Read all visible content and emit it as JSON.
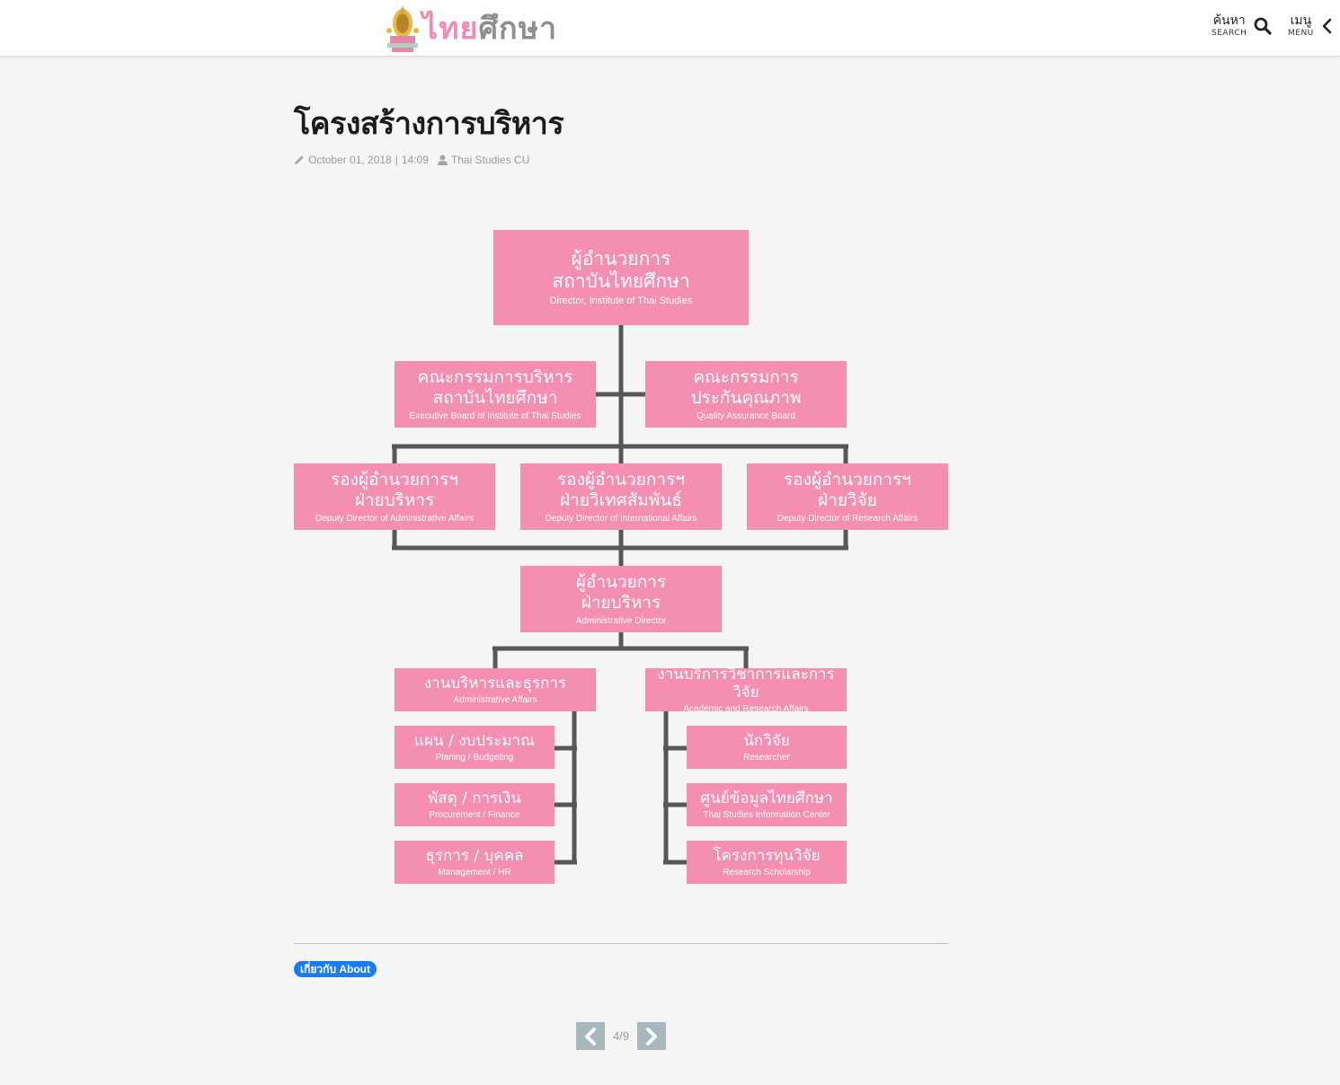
{
  "header": {
    "logo_text_pink": "ไทย",
    "logo_text_gray": "ศึกษา",
    "search_th": "ค้นหา",
    "search_en": "SEARCH",
    "menu_th": "เมนู",
    "menu_en": "MENU"
  },
  "article": {
    "title": "โครงสร้างการบริหาร",
    "date": "October 01, 2018",
    "time": "14:09",
    "author": "Thai Studies CU"
  },
  "org_chart": {
    "director": {
      "th1": "ผู้อำนวยการ",
      "th2": "สถาบันไทยศึกษา",
      "en": "Director, Institute of Thai Studies"
    },
    "executive_board": {
      "th1": "คณะกรรมการบริหาร",
      "th2": "สถาบันไทยศึกษา",
      "en": "Executive Board of Institute of Thai Studies"
    },
    "qa_board": {
      "th1": "คณะกรรมการ",
      "th2": "ประกันคุณภาพ",
      "en": "Quality Assurance Board"
    },
    "deputy_admin": {
      "th1": "รองผู้อำนวยการฯ",
      "th2": "ฝ่ายบริหาร",
      "en": "Deputy Director of Administrative Affairs"
    },
    "deputy_intl": {
      "th1": "รองผู้อำนวยการฯ",
      "th2": "ฝ่ายวิเทศสัมพันธ์",
      "en": "Deputy Director of International Affairs"
    },
    "deputy_research": {
      "th1": "รองผู้อำนวยการฯ",
      "th2": "ฝ่ายวิจัย",
      "en": "Deputy Director of Research Affairs"
    },
    "admin_director": {
      "th1": "ผู้อำนวยการ",
      "th2": "ฝ่ายบริหาร",
      "en": "Administrative Director"
    },
    "admin_affairs": {
      "th": "งานบริหารและธุรการ",
      "en": "Administrative Affairs"
    },
    "academic_affairs": {
      "th": "งานบริการวิชาการและการวิจัย",
      "en": "Academic and Research Affairs"
    },
    "planning": {
      "th": "แผน / งบประมาณ",
      "en": "Planing / Budgeting"
    },
    "procurement": {
      "th": "พัสดุ / การเงิน",
      "en": "Procurement / Finance"
    },
    "management": {
      "th": "ธุรการ / บุคคล",
      "en": "Management / HR"
    },
    "researcher": {
      "th": "นักวิจัย",
      "en": "Researcher"
    },
    "info_center": {
      "th": "ศูนย์ข้อมูลไทยศึกษา",
      "en": "Thai Studies Information Center"
    },
    "scholarship": {
      "th": "โครงการทุนวิจัย",
      "en": "Research Scholarship"
    }
  },
  "tag": {
    "label": "เกี่ยวกับ About"
  },
  "pagination": {
    "current": "4/9"
  },
  "colors": {
    "box_pink": "#f48fb1",
    "line_gray": "#575757",
    "tag_blue": "#1a7cf5",
    "pager_gray": "#a9b8bf"
  }
}
